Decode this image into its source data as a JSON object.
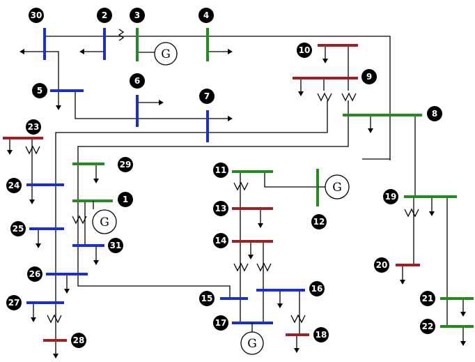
{
  "diagram": {
    "colors": {
      "blue": "#1a2ec8",
      "green": "#228b22",
      "red": "#a0202a",
      "line": "#000000"
    },
    "buses": [
      {
        "id": "1",
        "label": "1",
        "color": "green"
      },
      {
        "id": "2",
        "label": "2",
        "color": "blue"
      },
      {
        "id": "3",
        "label": "3",
        "color": "green"
      },
      {
        "id": "4",
        "label": "4",
        "color": "green"
      },
      {
        "id": "5",
        "label": "5",
        "color": "blue"
      },
      {
        "id": "6",
        "label": "6",
        "color": "blue"
      },
      {
        "id": "7",
        "label": "7",
        "color": "blue"
      },
      {
        "id": "8",
        "label": "8",
        "color": "green"
      },
      {
        "id": "9",
        "label": "9",
        "color": "red"
      },
      {
        "id": "10",
        "label": "10",
        "color": "red"
      },
      {
        "id": "11",
        "label": "11",
        "color": "green"
      },
      {
        "id": "12",
        "label": "12",
        "color": "green"
      },
      {
        "id": "13",
        "label": "13",
        "color": "red"
      },
      {
        "id": "14",
        "label": "14",
        "color": "red"
      },
      {
        "id": "15",
        "label": "15",
        "color": "blue"
      },
      {
        "id": "16",
        "label": "16",
        "color": "blue"
      },
      {
        "id": "17",
        "label": "17",
        "color": "blue"
      },
      {
        "id": "18",
        "label": "18",
        "color": "red"
      },
      {
        "id": "19",
        "label": "19",
        "color": "green"
      },
      {
        "id": "20",
        "label": "20",
        "color": "red"
      },
      {
        "id": "21",
        "label": "21",
        "color": "green"
      },
      {
        "id": "22",
        "label": "22",
        "color": "green"
      },
      {
        "id": "23",
        "label": "23",
        "color": "red"
      },
      {
        "id": "24",
        "label": "24",
        "color": "blue"
      },
      {
        "id": "25",
        "label": "25",
        "color": "blue"
      },
      {
        "id": "26",
        "label": "26",
        "color": "blue"
      },
      {
        "id": "27",
        "label": "27",
        "color": "blue"
      },
      {
        "id": "28",
        "label": "28",
        "color": "red"
      },
      {
        "id": "29",
        "label": "29",
        "color": "green"
      },
      {
        "id": "30",
        "label": "30",
        "color": "blue"
      },
      {
        "id": "31",
        "label": "31",
        "color": "blue"
      }
    ],
    "generators": [
      {
        "id": "gen-bus-3",
        "bus": "3",
        "symbol": "G"
      },
      {
        "id": "gen-bus-1",
        "bus": "1",
        "symbol": "G"
      },
      {
        "id": "gen-bus-12",
        "bus": "12",
        "symbol": "G"
      },
      {
        "id": "gen-bus-17",
        "bus": "17",
        "symbol": "G"
      }
    ]
  }
}
